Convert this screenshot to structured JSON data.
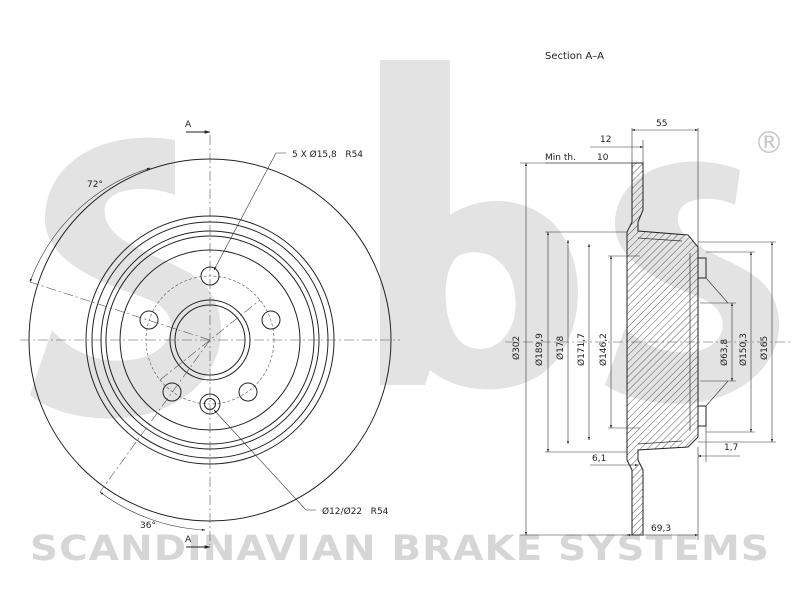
{
  "brand": {
    "logo_text": "sbs",
    "registered_mark": "®",
    "company_name": "SCANDINAVIAN BRAKE SYSTEMS"
  },
  "front_view": {
    "section_mark_top": "A",
    "section_mark_bottom": "A",
    "bolt_pattern_label": "5 X Ø15,8   R54",
    "small_holes_label": "Ø12/Ø22   R54",
    "angle_top": "72°",
    "angle_bottom": "36°"
  },
  "section_view": {
    "title": "Section A–A",
    "dim_thickness": "12",
    "dim_min_thickness_label": "Min th.",
    "dim_min_thickness_value": "10",
    "dim_overall_width": "55",
    "dim_hat_height": "69,3",
    "dim_hub_offset": "6,1",
    "dim_lip": "1,7",
    "diameters_left": [
      "Ø302",
      "Ø189,9",
      "Ø178",
      "Ø171,7",
      "Ø146,2"
    ],
    "diameters_right": [
      "Ø63,8",
      "Ø150,3",
      "Ø165"
    ]
  }
}
